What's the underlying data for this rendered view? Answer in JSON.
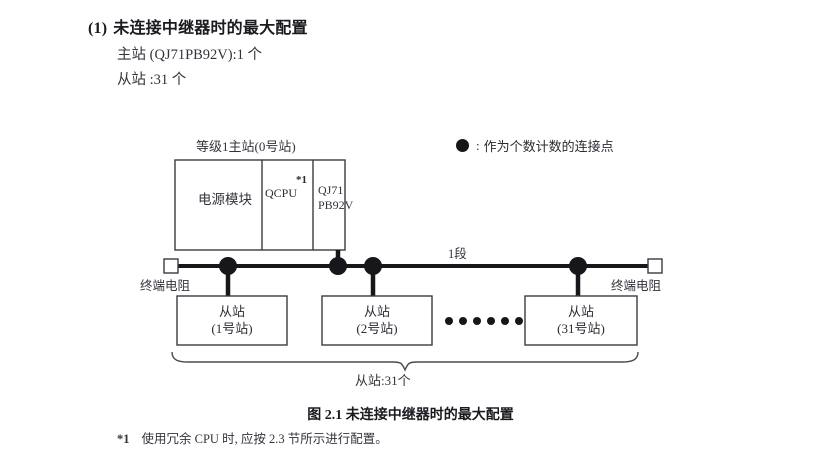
{
  "heading": {
    "number": "(1)",
    "title": "未连接中继器时的最大配置"
  },
  "spec": {
    "master": "主站 (QJ71PB92V):1 个",
    "slave": "从站 :31 个"
  },
  "legend": {
    "symbol_name": "filled-circle-icon",
    "separator": ":",
    "text": "作为个数计数的连接点"
  },
  "diagram": {
    "master_station": {
      "title": "等级1主站(0号站)",
      "cells": [
        {
          "label": "电源模块"
        },
        {
          "label": "QCPU",
          "footnote_mark": "*1"
        },
        {
          "label_line1": "QJ71",
          "label_line2": "PB92V"
        }
      ]
    },
    "bus": {
      "segment_label": "1段",
      "terminator_left": "终端电阻",
      "terminator_right": "终端电阻"
    },
    "slaves": [
      {
        "line1": "从站",
        "line2": "(1号站)"
      },
      {
        "line1": "从站",
        "line2": "(2号站)"
      },
      {
        "line1": "从站",
        "line2": "(31号站)"
      }
    ],
    "ellipsis_dot_count": 6,
    "brace_label": "从站:31个"
  },
  "caption": "图 2.1  未连接中继器时的最大配置",
  "footnote": {
    "mark": "*1",
    "text": "使用冗余 CPU 时, 应按 2.3 节所示进行配置。"
  }
}
